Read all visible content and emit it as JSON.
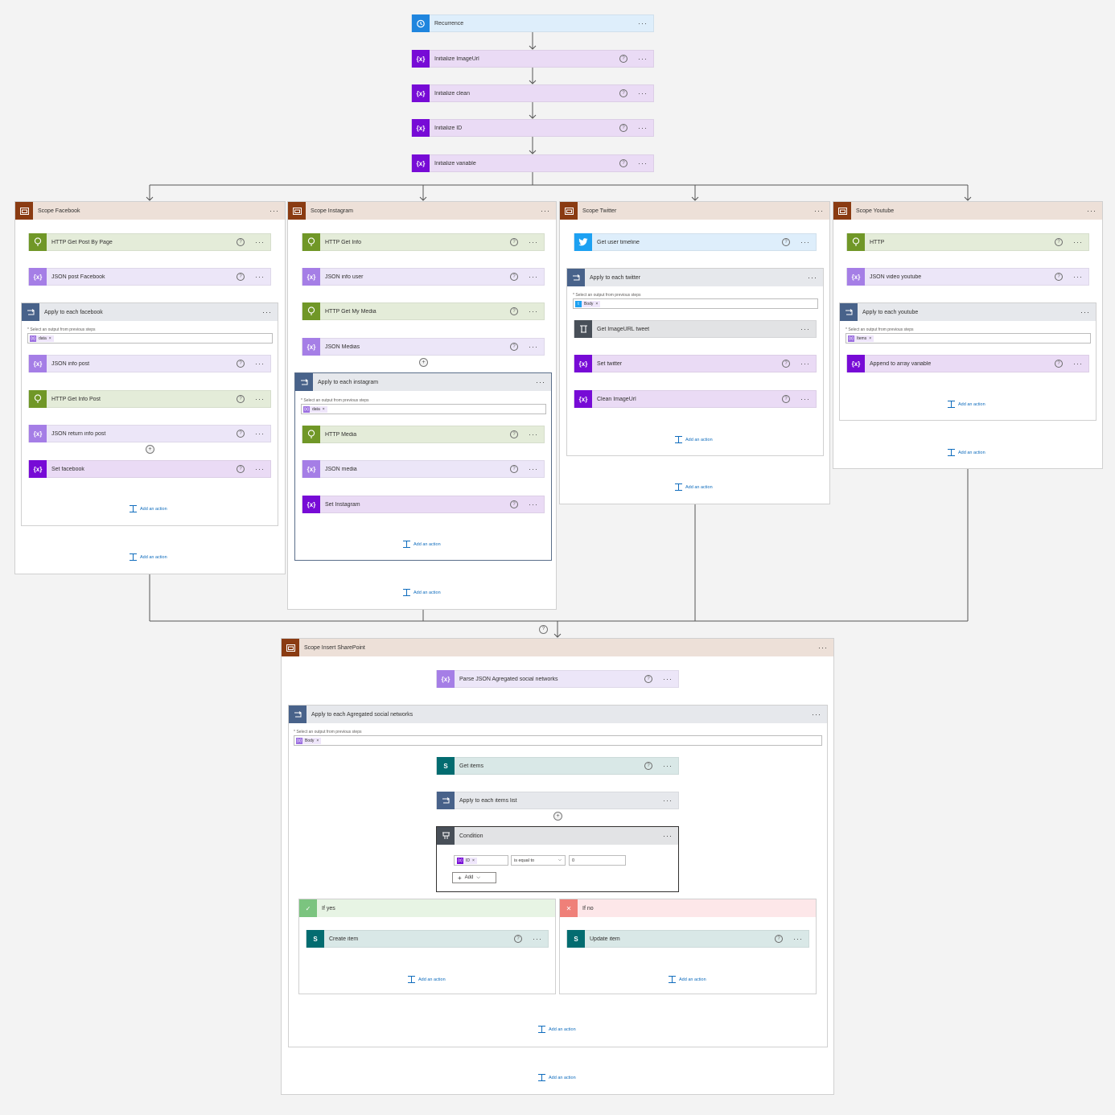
{
  "top_steps": [
    {
      "title": "Recurrence",
      "icon": "clock-icon",
      "color": "#1f85de"
    },
    {
      "title": "Initialize ImageUrl",
      "icon": "variable-icon",
      "color": "#770bd6"
    },
    {
      "title": "Initialize clean",
      "icon": "variable-icon",
      "color": "#770bd6"
    },
    {
      "title": "Initialize ID",
      "icon": "variable-icon",
      "color": "#770bd6"
    },
    {
      "title": "Initialize variable",
      "icon": "variable-icon",
      "color": "#770bd6"
    }
  ],
  "scopes": {
    "facebook": {
      "title": "Scope Facebook",
      "steps": [
        "HTTP Get Post By Page",
        "JSON post Facebook"
      ],
      "loop": {
        "title": "Apply to each facebook",
        "selector_label": "* Select an output from previous steps",
        "token": "data",
        "steps": [
          "JSON info post",
          "HTTP Get Info Post",
          "JSON return info post",
          "Set facebook"
        ],
        "add_action": "Add an action"
      },
      "add_action": "Add an action"
    },
    "instagram": {
      "title": "Scope Instagram",
      "steps": [
        "HTTP Get Info",
        "JSON info user",
        "HTTP Get My Media",
        "JSON Medias"
      ],
      "loop": {
        "title": "Apply to each instagram",
        "selector_label": "* Select an output from previous steps",
        "token": "data",
        "steps": [
          "HTTP Media",
          "JSON media",
          "Set Instagram"
        ],
        "add_action": "Add an action"
      },
      "add_action": "Add an action"
    },
    "twitter": {
      "title": "Scope Twitter",
      "steps": [
        "Get user timeline"
      ],
      "loop": {
        "title": "Apply to each twitter",
        "selector_label": "* Select an output from previous steps",
        "token": "Body",
        "steps": [
          "Get ImageURL tweet",
          "Set twitter",
          "Clean ImageUrl"
        ],
        "add_action": "Add an action"
      },
      "add_action": "Add an action"
    },
    "youtube": {
      "title": "Scope Youtube",
      "steps": [
        "HTTP",
        "JSON video youtube"
      ],
      "loop": {
        "title": "Apply to each youtube",
        "selector_label": "* Select an output from previous steps",
        "token": "Items",
        "steps": [
          "Append to array variable"
        ],
        "add_action": "Add an action"
      },
      "add_action": "Add an action"
    }
  },
  "sharepoint": {
    "title": "Scope Insert SharePoint",
    "parse_step": "Parse JSON Agregated social networks",
    "loop": {
      "title": "Apply to each Agregated social networks",
      "selector_label": "* Select an output from previous steps",
      "token": "Body",
      "get_items": "Get items",
      "inner_loop": "Apply to each items list",
      "condition": {
        "title": "Condition",
        "left_token": "ID",
        "operator": "is equal to",
        "right_value": "0",
        "add_label": "Add"
      },
      "if_yes": {
        "title": "If yes",
        "step": "Create item",
        "add_action": "Add an action"
      },
      "if_no": {
        "title": "If no",
        "step": "Update item",
        "add_action": "Add an action"
      },
      "add_action": "Add an action"
    },
    "add_action": "Add an action"
  },
  "glyphs": {
    "more": "···",
    "help": "?",
    "variable": "{x}",
    "close": "×",
    "chevron": "⌵",
    "plus": "+",
    "check": "✓",
    "cross": "✕"
  },
  "colors": {
    "variable": "#770bd6",
    "http": "#709727",
    "json": "#a57ee6",
    "loop": "#48628a",
    "scope": "#8a3b12",
    "twitter": "#1da1f2",
    "sharepoint": "#036c70",
    "control": "#484f58"
  }
}
